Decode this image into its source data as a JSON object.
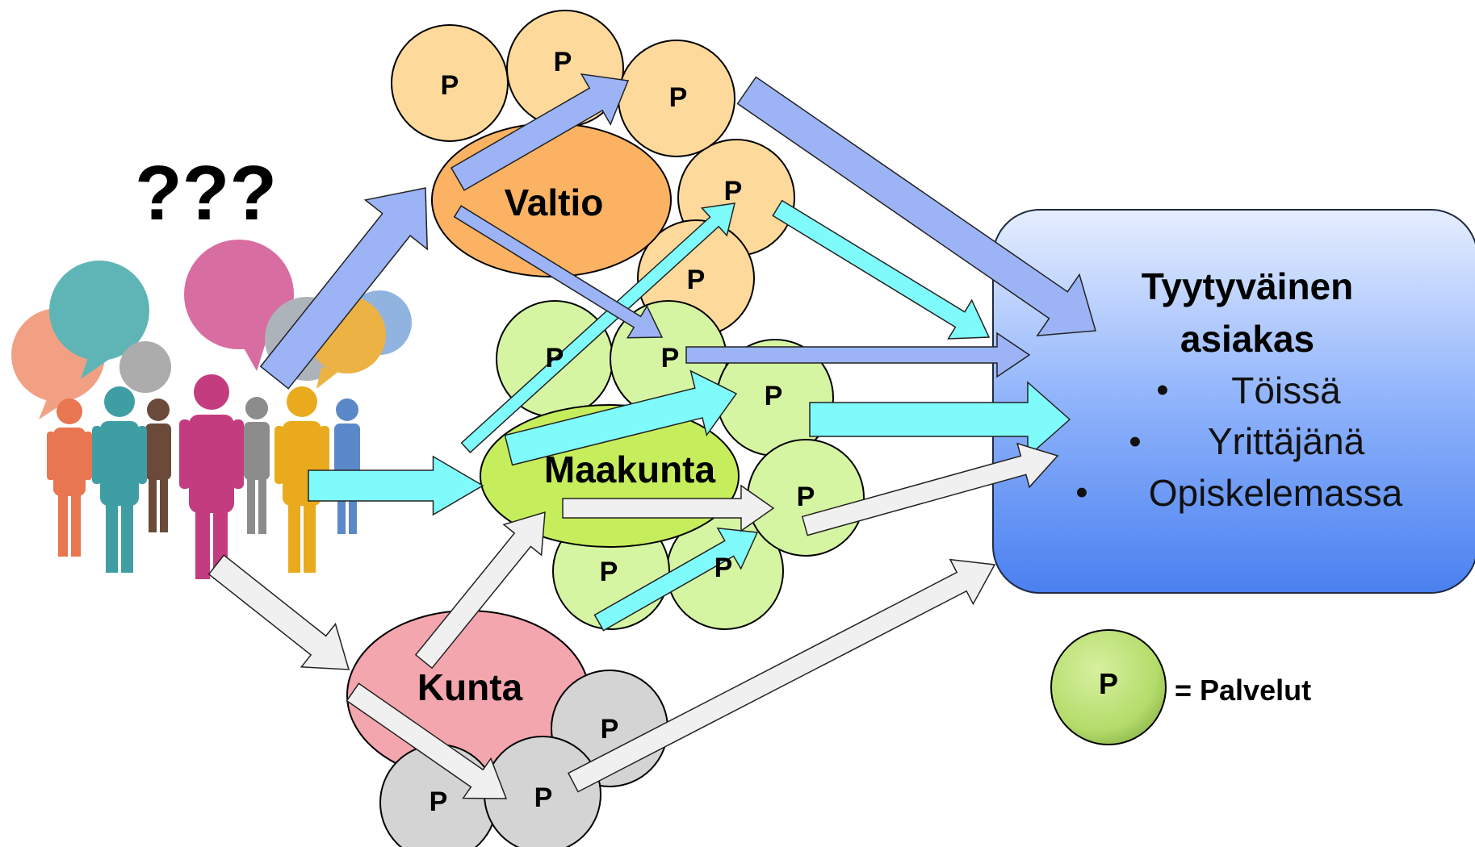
{
  "question_marks": "???",
  "entities": {
    "valtio": "Valtio",
    "maakunta": "Maakunta",
    "kunta": "Kunta"
  },
  "service_letter": "P",
  "customer": {
    "title_line1": "Tyytyväinen",
    "title_line2": "asiakas",
    "bullet": "•",
    "items": [
      "Töissä",
      "Yrittäjänä",
      "Opiskelemassa"
    ]
  },
  "legend": {
    "symbol": "P",
    "text": "= Palvelut"
  },
  "colors": {
    "valtio_services": "#FDD99B",
    "valtio": "#FBB263",
    "maakunta_services": "#D6F5A3",
    "maakunta": "#C6EE5C",
    "kunta": "#F4A6AE",
    "kunta_services": "#D4D4D4",
    "arrow_blue": "#9CB4F6",
    "arrow_cyan": "#80FBFB",
    "arrow_white": "#F0F0F0",
    "customer_box_top": "#E3ECFF",
    "customer_box_bottom": "#4C83F0"
  }
}
